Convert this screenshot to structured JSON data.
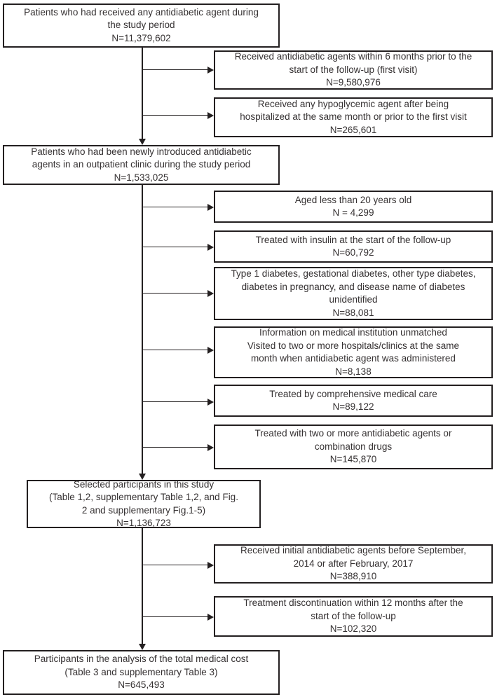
{
  "colors": {
    "ink": "#231f20",
    "background": "#ffffff"
  },
  "flow": {
    "main_boxes": [
      {
        "text": "Patients who had received any antidiabetic agent during\nthe study period",
        "n": "N=11,379,602"
      },
      {
        "text": "Patients who had been newly introduced antidiabetic\nagents in an outpatient clinic during the study period",
        "n": "N=1,533,025"
      },
      {
        "text": "Selected participants in this study\n(Table 1,2, supplementary Table 1,2, and Fig.\n2 and supplementary Fig.1-5)",
        "n": "N=1,136,723"
      },
      {
        "text": "Participants in the analysis of the total medical cost\n(Table 3 and supplementary Table 3)",
        "n": "N=645,493"
      }
    ],
    "exclusion_boxes": [
      {
        "text": "Received antidiabetic agents within 6 months prior to the\nstart of the follow-up (first visit)",
        "n": "N=9,580,976"
      },
      {
        "text": "Received any hypoglycemic agent after being\nhospitalized at the same month or prior to the first visit",
        "n": "N=265,601"
      },
      {
        "text": "Aged less than 20 years old",
        "n": "N = 4,299"
      },
      {
        "text": "Treated with insulin at the start of the follow-up",
        "n": "N=60,792"
      },
      {
        "text": "Type 1 diabetes, gestational diabetes, other type diabetes,\ndiabetes in pregnancy, and disease name of diabetes\nunidentified",
        "n": "N=88,081"
      },
      {
        "text": "Information on medical institution unmatched\nVisited to two or more hospitals/clinics at the same\nmonth when antidiabetic agent was administered",
        "n": "N=8,138"
      },
      {
        "text": "Treated by comprehensive medical care",
        "n": "N=89,122"
      },
      {
        "text": "Treated with two or more antidiabetic agents or\ncombination drugs",
        "n": "N=145,870"
      },
      {
        "text": "Received initial antidiabetic agents before September,\n2014 or after February, 2017",
        "n": "N=388,910"
      },
      {
        "text": "Treatment discontinuation within 12 months after the\nstart of the follow-up",
        "n": "N=102,320"
      }
    ]
  }
}
